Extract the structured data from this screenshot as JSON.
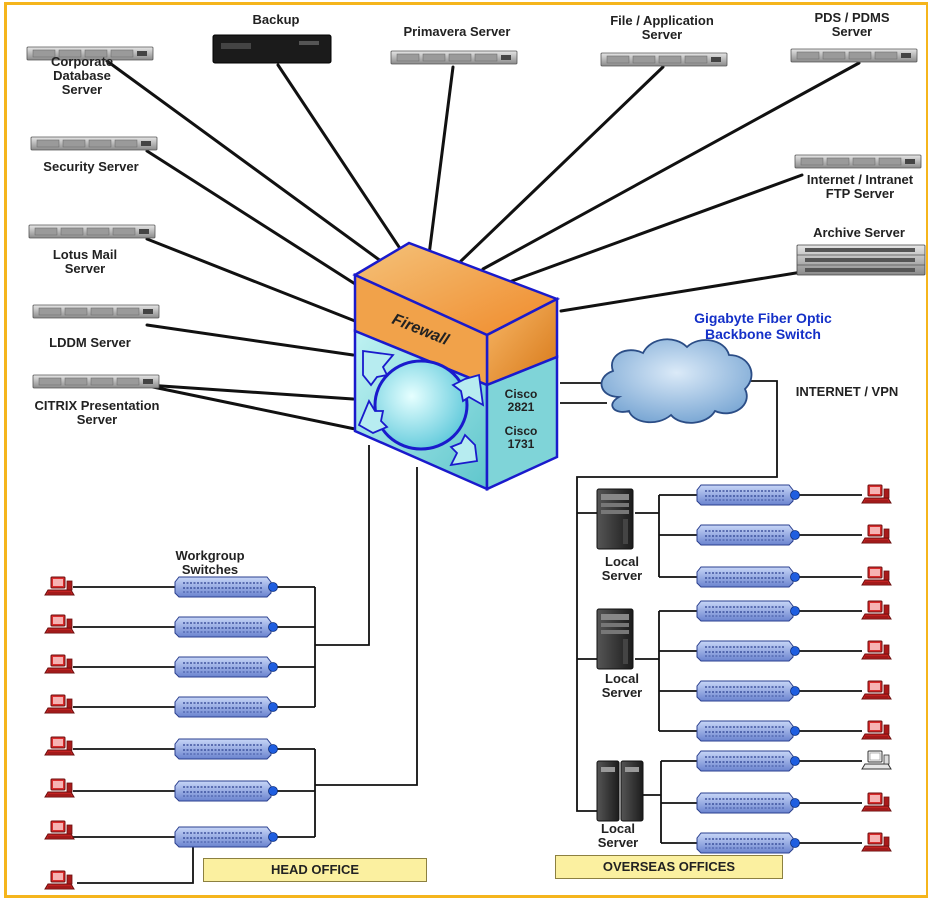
{
  "diagram": {
    "servers_top": [
      {
        "id": "backup",
        "label": "Backup"
      },
      {
        "id": "primavera",
        "label": "Primavera Server"
      },
      {
        "id": "file-app",
        "label": "File / Application\nServer"
      },
      {
        "id": "pds",
        "label": "PDS / PDMS\nServer"
      }
    ],
    "servers_left": [
      {
        "id": "database",
        "label": "Corporate\nDatabase\nServer"
      },
      {
        "id": "security",
        "label": "Security Server"
      },
      {
        "id": "lotus",
        "label": "Lotus Mail\nServer"
      },
      {
        "id": "lddm",
        "label": "LDDM Server"
      },
      {
        "id": "citrix",
        "label": "CITRIX Presentation\nServer"
      }
    ],
    "servers_right": [
      {
        "id": "internet-ftp",
        "label": "Internet / Intranet\nFTP Server"
      },
      {
        "id": "archive",
        "label": "Archive Server"
      }
    ],
    "firewall": {
      "label": "Firewall",
      "routers": [
        "Cisco\n2821",
        "Cisco\n1731"
      ]
    },
    "backbone_label": "Gigabyte Fiber Optic\nBackbone Switch",
    "internet_label": "INTERNET / VPN",
    "workgroup_label": "Workgroup\nSwitches",
    "local_server_label": "Local\nServer",
    "head_office_label": "HEAD OFFICE",
    "overseas_label": "OVERSEAS OFFICES",
    "colors": {
      "frame": "#f5b51c",
      "firewall_top": "#f5a84a",
      "firewall_body": "#7fd9d9",
      "firewall_edge": "#1a1acc",
      "switch": "#9ab0e6",
      "workstation": "#cc2222",
      "cloud": "#8fb6dc",
      "label_box": "#fbf0a0"
    }
  }
}
